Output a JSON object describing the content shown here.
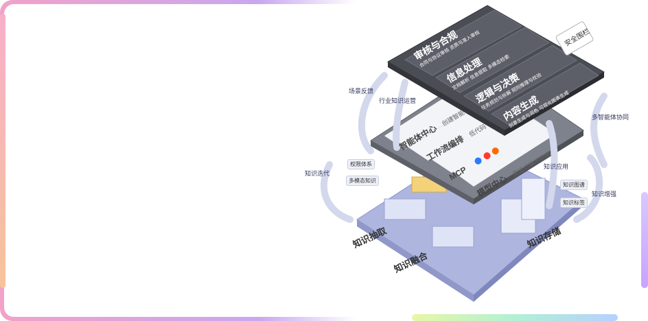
{
  "layers": {
    "top": {
      "tag": "安全围栏",
      "blocks": [
        {
          "title": "审核与合规",
          "subtitle": "合同与协议审核    资质与准入审核"
        },
        {
          "title": "信息处理",
          "subtitle": "文档解析    信息提取    多模态检索"
        },
        {
          "title": "逻辑与决策",
          "subtitle": "任务规划与拆解    规则推理与校验"
        },
        {
          "title": "内容生成",
          "subtitle": "创意生成与润色    可视化图表生成"
        }
      ]
    },
    "middle": {
      "rows": [
        {
          "title": "智能体中心",
          "subtitle": "创建智能"
        },
        {
          "title": "工作流编排",
          "subtitle": "低代码"
        },
        {
          "title": "MCP",
          "subtitle": ""
        },
        {
          "title": "模型中心",
          "subtitle": "灵活切换不同模"
        }
      ]
    },
    "bottom": {
      "zones": [
        "知识抽取",
        "知识融合",
        "知识存储"
      ],
      "side_labels": [
        "权限体系",
        "多模态知识",
        "知识图谱",
        "知识标签"
      ]
    }
  },
  "flows": {
    "scene_feedback": "场景反馈",
    "industry_ops": "行业知识运营",
    "knowledge_iteration": "知识迭代",
    "knowledge_application": "知识应用",
    "multi_agent": "多智能体协同",
    "knowledge_enhance": "知识增强"
  },
  "colors": {
    "top_layer": "#4b4d55",
    "mid_layer": "#7b7f89",
    "base": "#b9bfe0",
    "accent": "#5b6cff"
  }
}
